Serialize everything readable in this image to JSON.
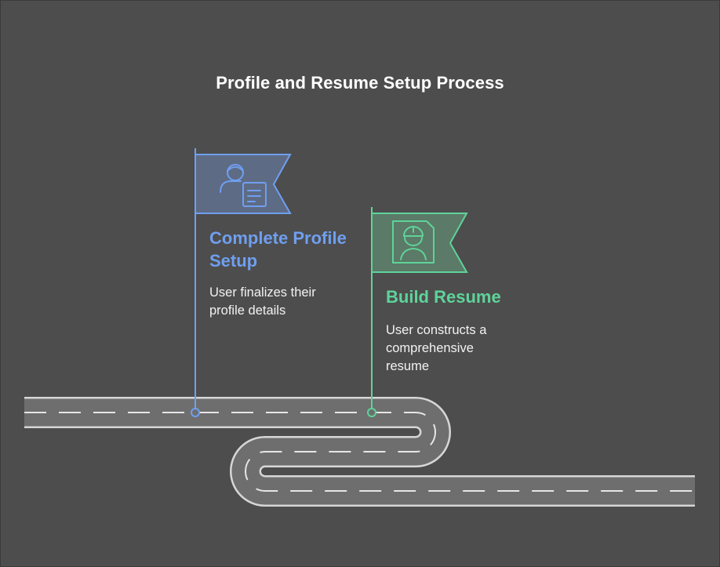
{
  "title": "Profile and Resume Setup Process",
  "colors": {
    "background": "#4d4d4d",
    "road": "#6e6e6e",
    "road_edge": "#d6d6d6",
    "step1": "#6f9ff0",
    "step2": "#5ed39a"
  },
  "steps": [
    {
      "title": "Complete Profile Setup",
      "description": "User finalizes their profile details",
      "icon": "user-profile-document-icon"
    },
    {
      "title": "Build Resume",
      "description": "User constructs a comprehensive resume",
      "icon": "resume-engineer-icon"
    }
  ]
}
